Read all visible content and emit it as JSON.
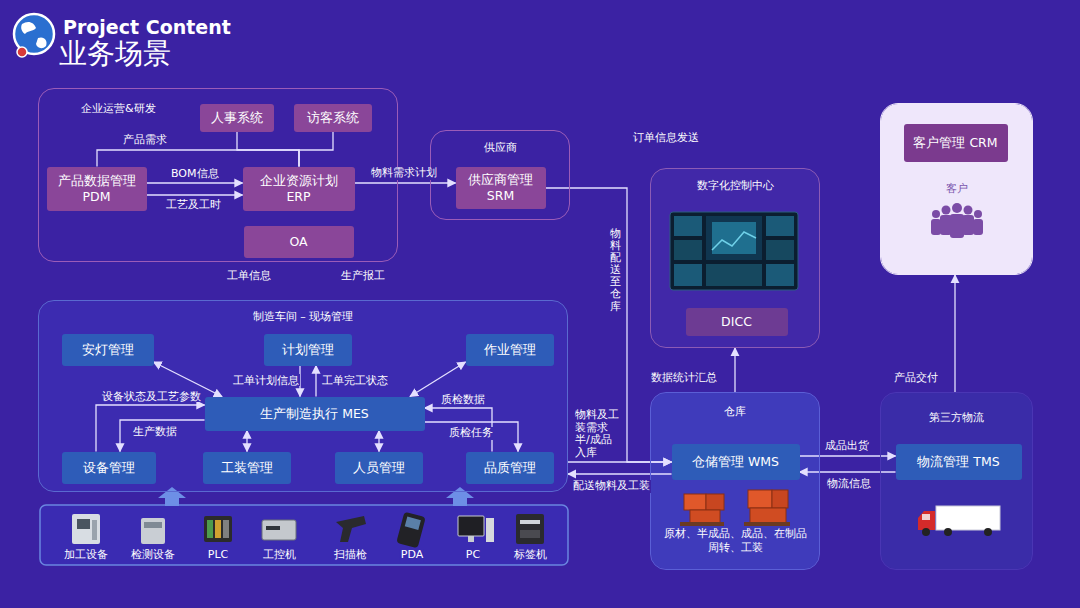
{
  "diagram": {
    "title": "业务场景",
    "nodes": [
      {
        "text": [
          "企业运营&研发"
        ]
      },
      {
        "text": [
          "人事系统"
        ],
        "in": 0
      },
      {
        "text": [
          "访客系统"
        ],
        "in": 0
      },
      {
        "text": [
          "产品数据管理 PDM"
        ],
        "in": 0
      },
      {
        "text": [
          "企业资源计划 ERP"
        ],
        "in": 0
      },
      {
        "text": [
          "OA"
        ],
        "in": 0
      },
      {
        "text": [
          "供应商"
        ]
      },
      {
        "text": [
          "供应商管理 SRM"
        ],
        "in": 6
      },
      {
        "text": [
          "数字化控制中心"
        ]
      },
      {
        "text": [
          "DICC"
        ],
        "in": 8
      },
      {
        "text": [
          "客户"
        ]
      },
      {
        "text": [
          "客户管理 CRM"
        ],
        "in": 10
      },
      {
        "text": [
          "制造车间 – 现场管理"
        ]
      },
      {
        "text": [
          "安灯管理"
        ],
        "in": 12
      },
      {
        "text": [
          "计划管理"
        ],
        "in": 12
      },
      {
        "text": [
          "作业管理"
        ],
        "in": 12
      },
      {
        "text": [
          "生产制造执行 MES"
        ],
        "in": 12
      },
      {
        "text": [
          "设备管理"
        ],
        "in": 12
      },
      {
        "text": [
          "工装管理"
        ],
        "in": 12
      },
      {
        "text": [
          "人员管理"
        ],
        "in": 12
      },
      {
        "text": [
          "品质管理"
        ],
        "in": 12
      },
      {
        "text": [
          "仓库",
          "原材、半成品、成品、在制品周转、工装"
        ]
      },
      {
        "text": [
          "仓储管理 WMS"
        ],
        "in": 21
      },
      {
        "text": [
          "第三方物流"
        ]
      },
      {
        "text": [
          "物流管理 TMS"
        ],
        "in": 23
      }
    ],
    "edges": [
      {
        "from": 1,
        "to": 4,
        "arrow": "none"
      },
      {
        "from": 2,
        "to": 4,
        "arrow": "none"
      },
      {
        "from": 3,
        "to": 4,
        "label": "产品需求",
        "arrow": "none"
      },
      {
        "from": 3,
        "to": 4,
        "label": "BOM信息",
        "arrow": "to"
      },
      {
        "from": 3,
        "to": 4,
        "label": "工艺及工时",
        "arrow": "to"
      },
      {
        "from": 4,
        "to": 7,
        "label": "物料需求计划",
        "arrow": "to"
      },
      {
        "from": 7,
        "to": 22,
        "label": "物料配送至仓库",
        "arrow": "to"
      },
      {
        "from": 16,
        "to": 13,
        "arrow": "both"
      },
      {
        "from": 14,
        "to": 16,
        "label": "工单计划信息",
        "arrow": "to"
      },
      {
        "from": 16,
        "to": 14,
        "label": "工单完工状态",
        "arrow": "to"
      },
      {
        "from": 16,
        "to": 15,
        "arrow": "both"
      },
      {
        "from": 17,
        "to": 16,
        "label": "设备状态及工艺参数",
        "arrow": "to"
      },
      {
        "from": 16,
        "to": 17,
        "label": "生产数据",
        "arrow": "to"
      },
      {
        "from": 16,
        "to": 18,
        "arrow": "both"
      },
      {
        "from": 16,
        "to": 19,
        "arrow": "both"
      },
      {
        "from": 20,
        "to": 16,
        "label": "质检数据",
        "arrow": "to"
      },
      {
        "from": 16,
        "to": 20,
        "label": "质检任务",
        "arrow": "to"
      },
      {
        "from": 12,
        "to": 22,
        "label": "物料及工装需求 半/成品入库",
        "arrow": "to"
      },
      {
        "from": 22,
        "to": 12,
        "label": "配送物料及工装",
        "arrow": "to"
      },
      {
        "from": 21,
        "to": 8,
        "label": "数据统计汇总",
        "arrow": "to"
      },
      {
        "from": 22,
        "to": 24,
        "label": "成品出货",
        "arrow": "to"
      },
      {
        "from": 24,
        "to": 22,
        "label": "物流信息",
        "arrow": "to"
      },
      {
        "from": 23,
        "to": 10,
        "label": "产品交付",
        "arrow": "to"
      }
    ],
    "labels": [
      "Project Content",
      "订单信息发送",
      "工单信息",
      "生产报工",
      "加工设备",
      "检测设备",
      "PLC",
      "工控机",
      "扫描枪",
      "PDA",
      "PC",
      "标签机"
    ]
  }
}
